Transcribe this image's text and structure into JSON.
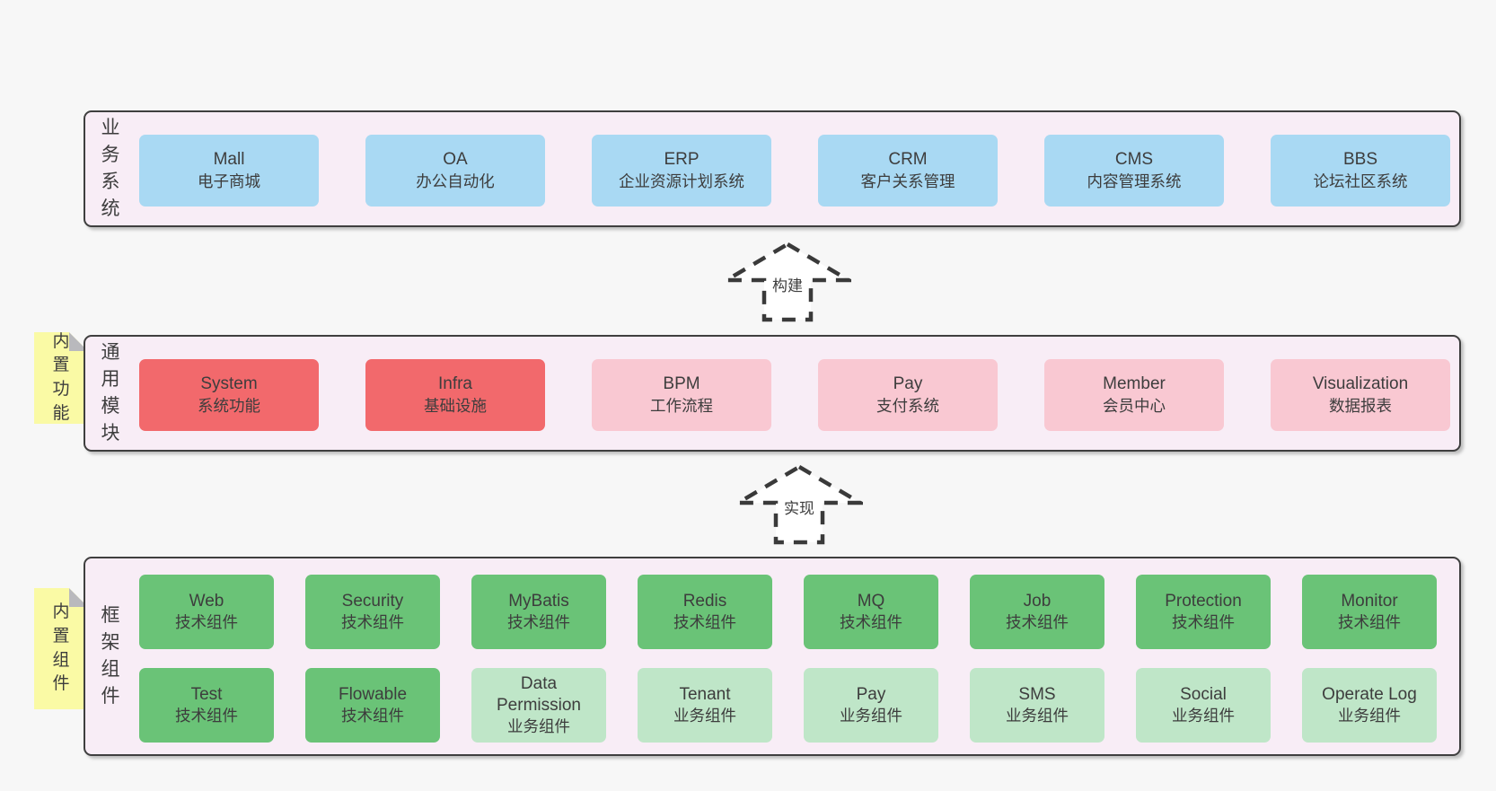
{
  "colors": {
    "page_bg": "#f7f7f7",
    "panel_bg": "#f8edf6",
    "panel_border": "#3f3f3f",
    "blue": "#a9d9f3",
    "red": "#f2696c",
    "pink": "#f9c8d2",
    "green": "#6ac377",
    "green_light": "#bfe6c8",
    "tab_yellow": "#fafaa5",
    "tab_fold": "#b9b9bd",
    "text": "#3d3d3d"
  },
  "arrows": [
    {
      "label": "构建"
    },
    {
      "label": "实现"
    }
  ],
  "sections": [
    {
      "id": "business",
      "label": "业务系统",
      "rows": [
        [
          {
            "en": "Mall",
            "zh": "电子商城",
            "type": "blue"
          },
          {
            "en": "OA",
            "zh": "办公自动化",
            "type": "blue"
          },
          {
            "en": "ERP",
            "zh": "企业资源计划系统",
            "type": "blue"
          },
          {
            "en": "CRM",
            "zh": "客户关系管理",
            "type": "blue"
          },
          {
            "en": "CMS",
            "zh": "内容管理系统",
            "type": "blue"
          },
          {
            "en": "BBS",
            "zh": "论坛社区系统",
            "type": "blue"
          }
        ]
      ]
    },
    {
      "id": "modules",
      "label": "通用模块",
      "tab": "内置功能",
      "rows": [
        [
          {
            "en": "System",
            "zh": "系统功能",
            "type": "red"
          },
          {
            "en": "Infra",
            "zh": "基础设施",
            "type": "red"
          },
          {
            "en": "BPM",
            "zh": "工作流程",
            "type": "pink"
          },
          {
            "en": "Pay",
            "zh": "支付系统",
            "type": "pink"
          },
          {
            "en": "Member",
            "zh": "会员中心",
            "type": "pink"
          },
          {
            "en": "Visualization",
            "zh": "数据报表",
            "type": "pink"
          }
        ]
      ]
    },
    {
      "id": "framework",
      "label": "框架组件",
      "tab": "内置组件",
      "rows": [
        [
          {
            "en": "Web",
            "zh": "技术组件",
            "type": "green"
          },
          {
            "en": "Security",
            "zh": "技术组件",
            "type": "green"
          },
          {
            "en": "MyBatis",
            "zh": "技术组件",
            "type": "green"
          },
          {
            "en": "Redis",
            "zh": "技术组件",
            "type": "green"
          },
          {
            "en": "MQ",
            "zh": "技术组件",
            "type": "green"
          },
          {
            "en": "Job",
            "zh": "技术组件",
            "type": "green"
          },
          {
            "en": "Protection",
            "zh": "技术组件",
            "type": "green"
          },
          {
            "en": "Monitor",
            "zh": "技术组件",
            "type": "green"
          }
        ],
        [
          {
            "en": "Test",
            "zh": "技术组件",
            "type": "green"
          },
          {
            "en": "Flowable",
            "zh": "技术组件",
            "type": "green"
          },
          {
            "en": "Data Permission",
            "zh": "业务组件",
            "type": "green_light"
          },
          {
            "en": "Tenant",
            "zh": "业务组件",
            "type": "green_light"
          },
          {
            "en": "Pay",
            "zh": "业务组件",
            "type": "green_light"
          },
          {
            "en": "SMS",
            "zh": "业务组件",
            "type": "green_light"
          },
          {
            "en": "Social",
            "zh": "业务组件",
            "type": "green_light"
          },
          {
            "en": "Operate Log",
            "zh": "业务组件",
            "type": "green_light"
          }
        ]
      ]
    }
  ]
}
